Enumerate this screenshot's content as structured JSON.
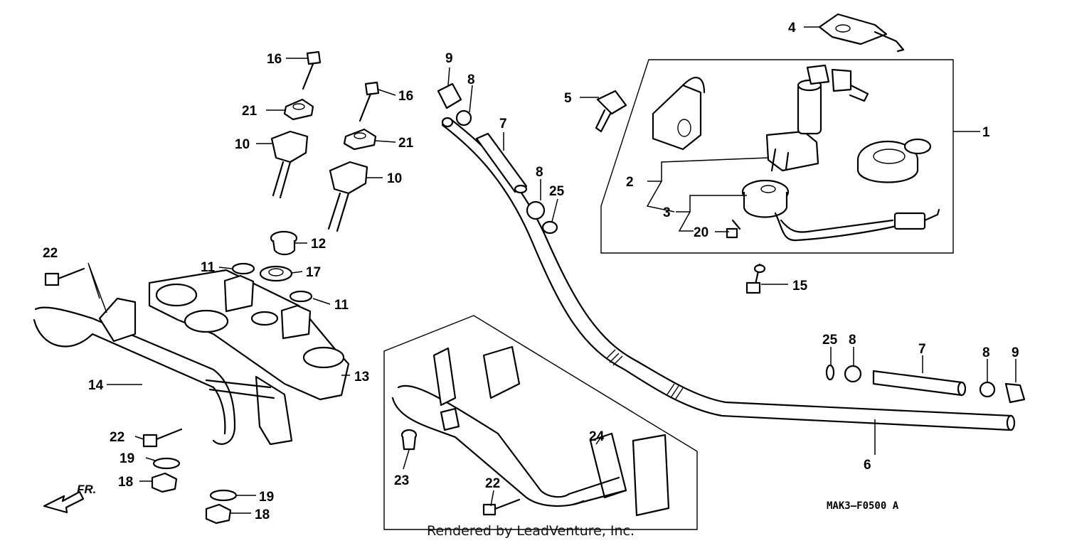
{
  "diagram": {
    "part_labels": [
      "1",
      "2",
      "3",
      "4",
      "5",
      "6",
      "7",
      "7",
      "8",
      "8",
      "8",
      "8",
      "9",
      "9",
      "10",
      "10",
      "11",
      "11",
      "12",
      "13",
      "14",
      "15",
      "16",
      "16",
      "17",
      "18",
      "18",
      "19",
      "19",
      "20",
      "21",
      "21",
      "22",
      "22",
      "22",
      "23",
      "24",
      "25",
      "25"
    ],
    "direction_label": "FR.",
    "diagram_code": "MAK3–F0500 A",
    "credit": "Rendered by LeadVenture, Inc."
  }
}
